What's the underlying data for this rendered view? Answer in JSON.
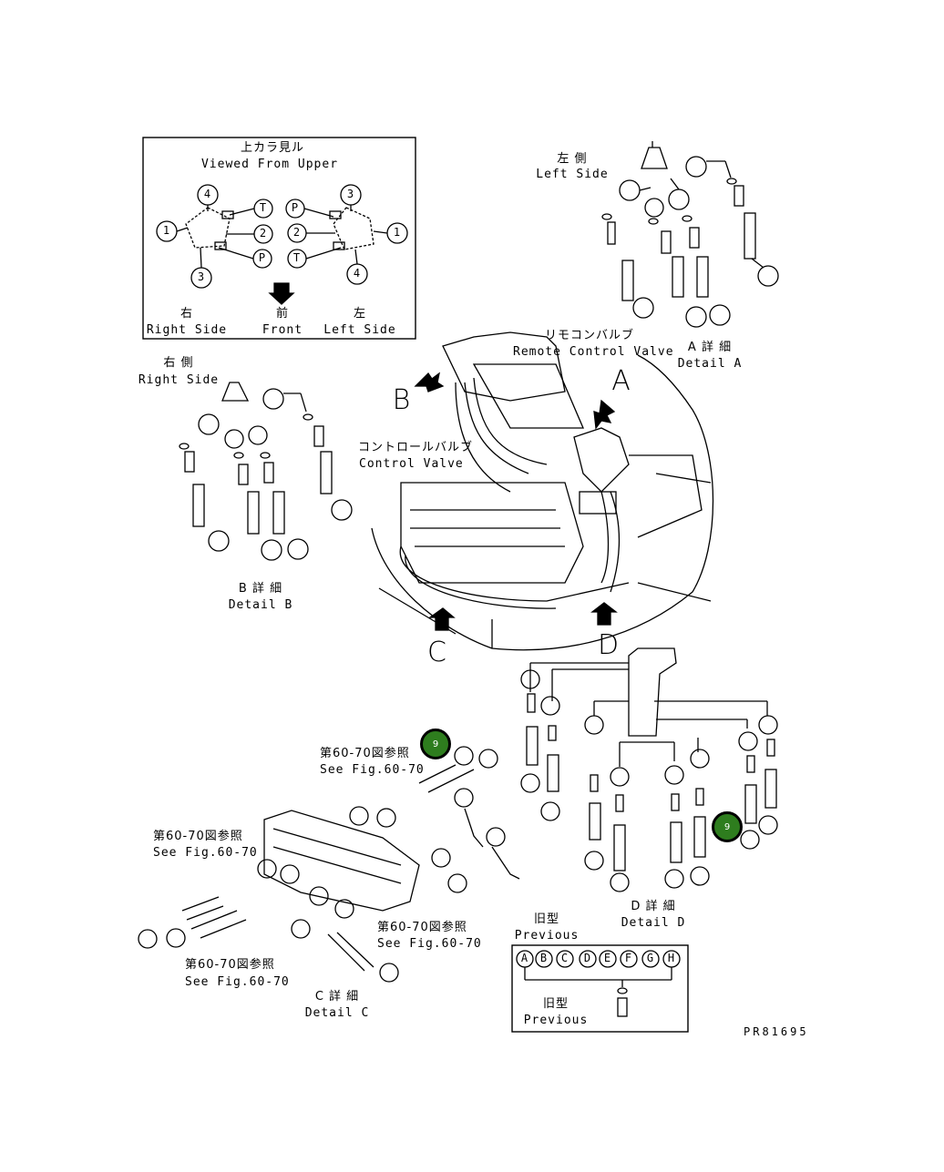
{
  "top_view": {
    "title_jp": "上カラ見ル",
    "title_en": "Viewed From Upper",
    "right_jp": "右",
    "right_en": "Right Side",
    "front_jp": "前",
    "front_en": "Front",
    "left_jp": "左",
    "left_en": "Left Side",
    "port_labels": [
      "4",
      "1",
      "3",
      "T",
      "2",
      "P",
      "P",
      "2",
      "T",
      "3",
      "1",
      "4"
    ]
  },
  "left_side": {
    "jp": "左 側",
    "en": "Left Side"
  },
  "right_side": {
    "jp": "右 側",
    "en": "Right Side"
  },
  "remote_valve": {
    "jp": "リモコンバルブ",
    "en": "Remote Control Valve"
  },
  "control_valve": {
    "jp": "コントロールバルブ",
    "en": "Control Valve"
  },
  "detail_a": {
    "jp": "A 詳 細",
    "en": "Detail A",
    "callout": "A"
  },
  "detail_b": {
    "jp": "B 詳 細",
    "en": "Detail B",
    "callout": "B"
  },
  "detail_c": {
    "jp": "C 詳 細",
    "en": "Detail C",
    "callout": "C"
  },
  "detail_d": {
    "jp": "D 詳 細",
    "en": "Detail D",
    "callout": "D"
  },
  "see_fig": {
    "jp": "第60-70図参照",
    "en": "See Fig.60-70"
  },
  "previous": {
    "jp": "旧型",
    "en": "Previous",
    "letters": [
      "A",
      "B",
      "C",
      "D",
      "E",
      "F",
      "G",
      "H"
    ]
  },
  "drawing_no": "PR81695",
  "badges": [
    "9",
    "9"
  ],
  "colors": {
    "badge_fill": "#2e7d1e",
    "line": "#000000"
  }
}
